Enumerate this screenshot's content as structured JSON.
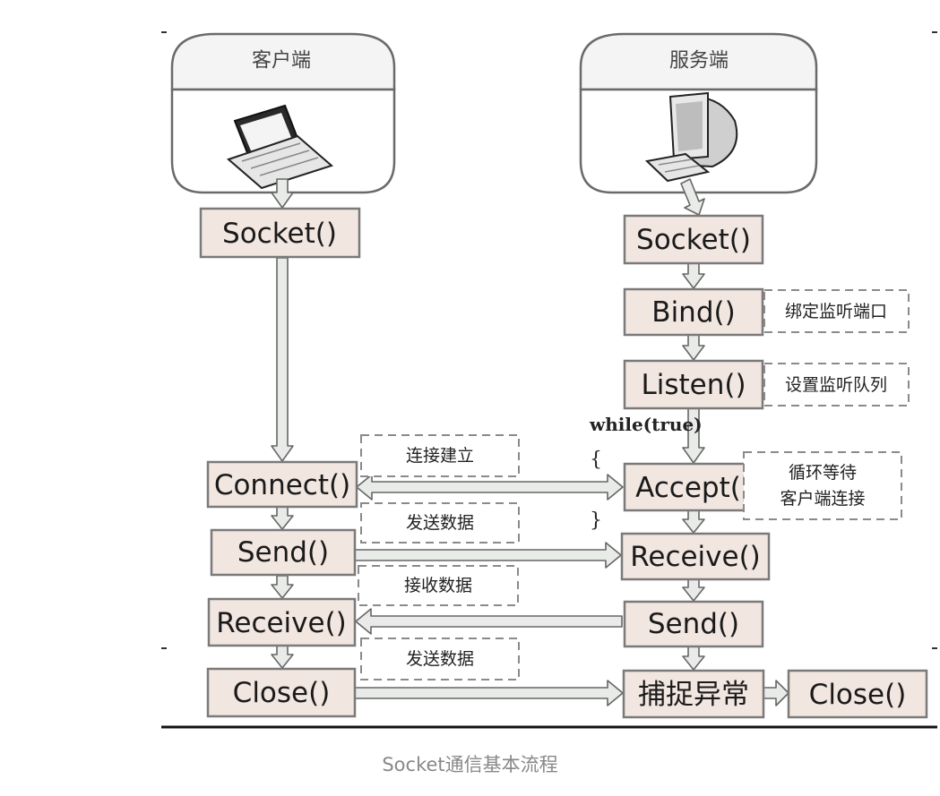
{
  "client": {
    "header": "客户端",
    "boxes": [
      "Socket()",
      "Connect()",
      "Send()",
      "Receive()",
      "Close()"
    ]
  },
  "server": {
    "header": "服务端",
    "boxes": [
      "Socket()",
      "Bind()",
      "Listen()",
      "Accept()",
      "Receive()",
      "Send()",
      "捕捉异常",
      "Close()"
    ]
  },
  "notes": {
    "bind": "绑定监听端口",
    "listen": "设置监听队列",
    "accept_line1": "循环等待",
    "accept_line2": "客户端连接",
    "connect": "连接建立",
    "send": "发送数据",
    "receive": "接收数据",
    "close": "发送数据"
  },
  "loop": {
    "label": "while(true)",
    "open_brace": "{",
    "close_brace": "}"
  },
  "caption": "Socket通信基本流程"
}
